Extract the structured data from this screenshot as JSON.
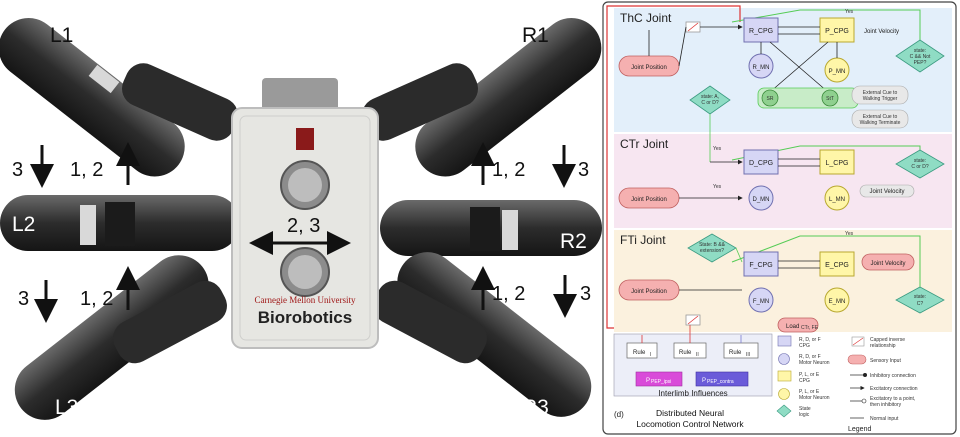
{
  "robot": {
    "legs": {
      "l1": "L1",
      "r1": "R1",
      "l2": "L2",
      "r2": "R2",
      "l3": "L3",
      "r3": "R3"
    },
    "arrow_labels": {
      "left_upper_down": "3",
      "left_upper_up": "1, 2",
      "right_upper_up": "1, 2",
      "right_upper_down": "3",
      "left_lower_down": "3",
      "left_lower_up": "1, 2",
      "right_lower_up": "1, 2",
      "right_lower_down": "3",
      "body": "2, 3"
    },
    "body_text": {
      "university": "Carnegie Mellon University",
      "lab": "Biorobotics"
    }
  },
  "network": {
    "sections": {
      "thc": "ThC Joint",
      "ctr": "CTr Joint",
      "fti": "FTi Joint"
    },
    "boxes": {
      "r_cpg": "R_CPG",
      "p_cpg": "P_CPG",
      "d_cpg": "D_CPG",
      "l_cpg": "L_CPG",
      "f_cpg": "F_CPG",
      "e_cpg": "E_CPG",
      "r_mn": "R_MN",
      "p_mn": "P_MN",
      "d_mn": "D_MN",
      "l_mn": "L_MN",
      "f_mn": "F_MN",
      "e_mn": "E_MN",
      "sr": "SR",
      "st": "StT"
    },
    "sensory": {
      "joint_position_1": "Joint Position",
      "joint_position_2": "Joint Position",
      "joint_position_3": "Joint Position",
      "joint_velocity_fti": "Joint Velocity",
      "load": "Load"
    },
    "load_sub": "CTr, FE",
    "labels": {
      "joint_velocity_thc": "Joint Velocity",
      "joint_velocity_ctr": "Joint Velocity",
      "ext_trigger_1": "External Cue to",
      "ext_trigger_2": "Walking Trigger",
      "ext_term_1": "External Cue to",
      "ext_term_2": "Walking Terminate"
    },
    "states": {
      "a_c_d_1": "state: A,",
      "a_c_d_2": "C or D?",
      "c_not_pep_1": "state:",
      "c_not_pep_2": "C && Not",
      "c_not_pep_3": "PEP?",
      "c_or_d_1": "state:",
      "c_or_d_2": "C or D?",
      "b_ext_1": "State: B &&",
      "b_ext_2": "extension?",
      "c_1": "state:",
      "c_2": "C?"
    },
    "yes": {
      "y1": "Yes",
      "y2": "Yes",
      "y3": "Yes",
      "y4": "Yes"
    },
    "rules": {
      "r1": "Rule",
      "r1_sub": "I",
      "r2": "Rule",
      "r2_sub": "II",
      "r3": "Rule",
      "r3_sub": "III"
    },
    "pep": {
      "ipsi": "P",
      "ipsi_sub": "PEP_ipsi",
      "contra": "P",
      "contra_sub": "PEP_contra"
    },
    "interlimb": "Interlimb Influences",
    "caption_tag": "(d)",
    "caption_1": "Distributed Neural",
    "caption_2": "Locomotion Control Network",
    "legend_title": "Legend",
    "legend": {
      "i1_a": "R, D, or F",
      "i1_b": "CPG",
      "i2_a": "R, D, or F",
      "i2_b": "Motor Neuron",
      "i3_a": "P, L, or E",
      "i3_b": "CPG",
      "i4_a": "P, L, or E",
      "i4_b": "Motor Neuron",
      "i5_a": "State",
      "i5_b": "logic",
      "i6_a": "Capped inverse",
      "i6_b": "relationship",
      "i7": "Sensory Input",
      "i8": "Inhibitory connection",
      "i9": "Excitatory connection",
      "i10_a": "Excitatory to a point,",
      "i10_b": "then inhibitory",
      "i11": "Normal input"
    }
  }
}
